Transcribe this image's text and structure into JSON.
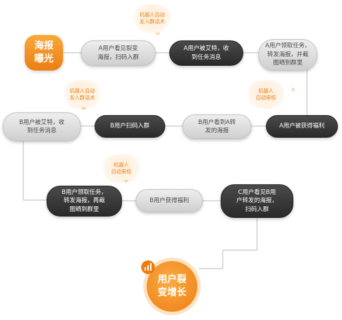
{
  "nodes": {
    "poster_exposure": "海报\n曝光",
    "a_sees_poster": "A用户看见裂变\n海报，扫码入群",
    "a_gets_message": "A用户被艾特，收\n到任务消息",
    "a_claims_task": "A用户领取任务，\n转发海报，并截\n图晒到群里",
    "a_gets_reward": "A用户被获得福利",
    "b_sees_a_poster": "B用户看到A转\n发的海报",
    "b_scans_join": "B用户扫码入群",
    "b_gets_message": "B用户被艾特，收\n到任务消息",
    "b_claims_task": "B用户领取任务，\n转发海报，再截\n图晒到群里",
    "b_gets_reward": "B用户获得福利",
    "c_sees_b_poster": "C用户看见B用\n户转发的海报，\n扫码入群",
    "user_growth": "用户裂\n变增长"
  },
  "annotations": {
    "bot_send_1": "机器人自动\n发入群话术",
    "bot_review_1": "机器人\n自动审核",
    "bot_send_2": "机器人自动\n发入群话术",
    "bot_review_2": "机器人\n自动审核"
  },
  "colors": {
    "accent": "#ee7c12",
    "dark_node": "#2f2f2f",
    "light_node": "#dcdcdc",
    "connector": "#b9b9b9",
    "annotation_text": "#e58a2a"
  },
  "icons": {
    "chevron": "chevron-icon",
    "growth": "bar-chart-icon"
  }
}
